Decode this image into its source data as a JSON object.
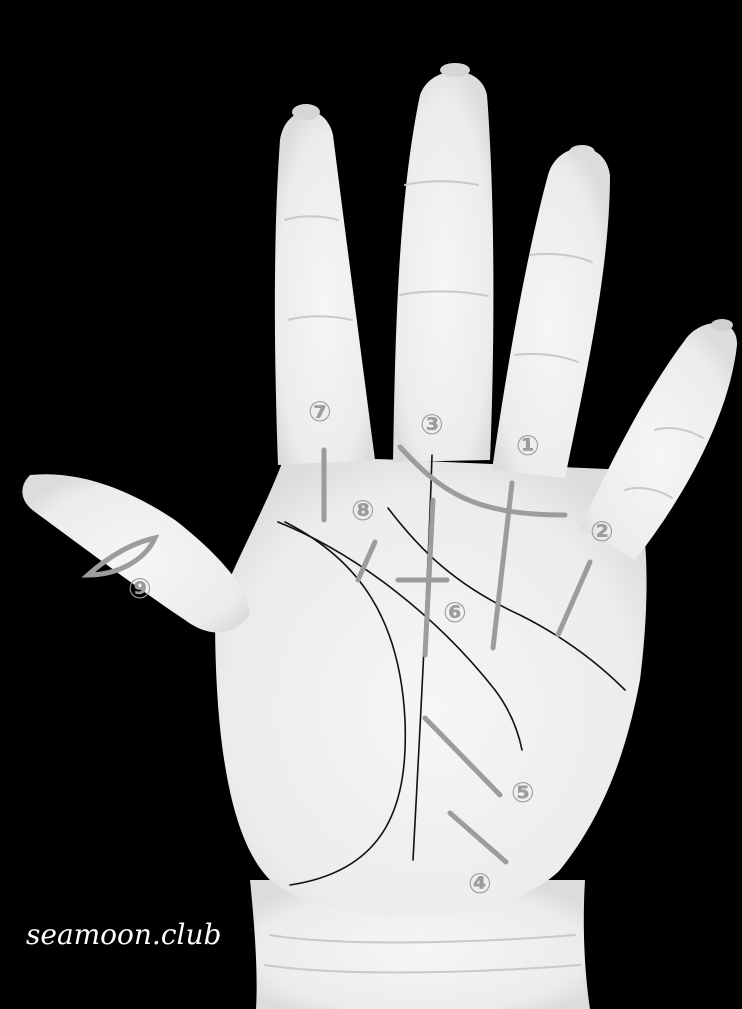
{
  "image": {
    "subject": "palm of a left hand with numbered palmistry lines",
    "background_color": "#000000",
    "skin_color": "#f1f1f1",
    "marker_color": "#9c9c9c",
    "line_color": "#111111"
  },
  "markers": [
    {
      "id": "1",
      "label": "①"
    },
    {
      "id": "2",
      "label": "②"
    },
    {
      "id": "3",
      "label": "③"
    },
    {
      "id": "4",
      "label": "④"
    },
    {
      "id": "5",
      "label": "⑤"
    },
    {
      "id": "6",
      "label": "⑥"
    },
    {
      "id": "7",
      "label": "⑦"
    },
    {
      "id": "8",
      "label": "⑧"
    },
    {
      "id": "9",
      "label": "⑨"
    }
  ],
  "watermark": {
    "text": "seamoon.club"
  }
}
